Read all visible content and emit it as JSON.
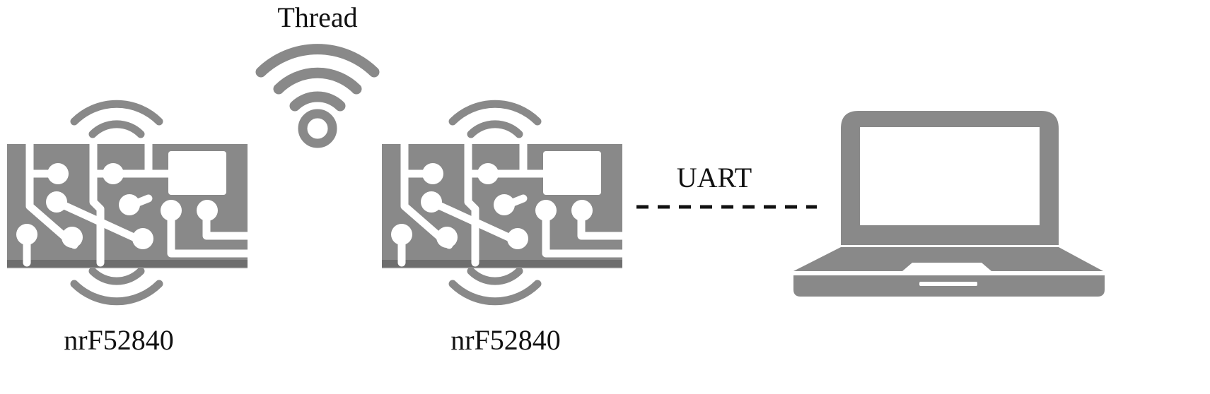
{
  "protocol_label": "Thread",
  "link_label": "UART",
  "devices": [
    {
      "name": "nrF52840"
    },
    {
      "name": "nrF52840"
    }
  ],
  "colors": {
    "icon_gray": "#898989",
    "icon_dark": "#6e6e6e",
    "background": "#ffffff",
    "text": "#111111"
  },
  "icons": {
    "board": "circuit-board-icon",
    "radio_waves": "radio-waves-icon",
    "wireless": "wifi-icon",
    "laptop": "laptop-icon",
    "connector": "dashed-line"
  }
}
